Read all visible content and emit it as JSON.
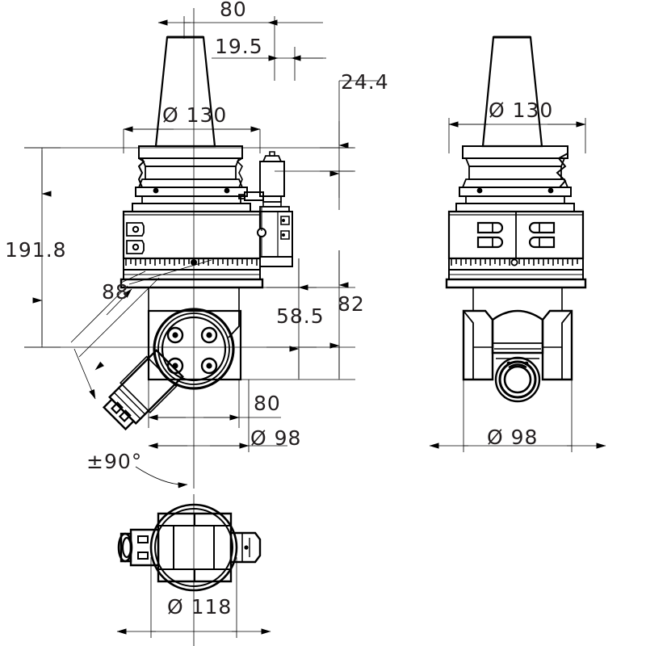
{
  "drawing": {
    "type": "engineering-technical-drawing",
    "subject": "Right-angle milling head with HSK/CAT taper spindle holder",
    "background_color": "#ffffff",
    "line_color": "#000000",
    "text_color": "#231f20",
    "views": [
      {
        "id": "front-view",
        "label": "front elevation (left)"
      },
      {
        "id": "side-view",
        "label": "side elevation (right)"
      },
      {
        "id": "bottom-view",
        "label": "bottom plan view"
      }
    ]
  },
  "dimensions": {
    "front_view": {
      "taper_width_80": "80",
      "offset_19_5": "19.5",
      "taper_dia_130": "Ø 130",
      "total_height_191_8": "191.8",
      "angle_length_88": "88",
      "swivel_range": "±90°",
      "head_width_80": "80",
      "head_dia_98": "Ø 98"
    },
    "right_column": {
      "flange_24_4": "24.4",
      "spindle_drop_58_5": "58.5",
      "head_height_82": "82"
    },
    "side_view": {
      "taper_dia_130": "Ø 130",
      "head_dia_98": "Ø 98"
    },
    "bottom_view": {
      "body_dia_118": "Ø 118"
    }
  },
  "labels": {
    "d80_top": "80",
    "d19_5": "19.5",
    "d130_left": "Ø 130",
    "d24_4": "24.4",
    "d191_8": "191.8",
    "d88": "88",
    "d58_5": "58.5",
    "d82": "82",
    "d80_bottom": "80",
    "d98_left": "Ø 98",
    "d_pm90": "±90°",
    "d130_right": "Ø 130",
    "d98_right": "Ø 98",
    "d118": "Ø 118"
  }
}
